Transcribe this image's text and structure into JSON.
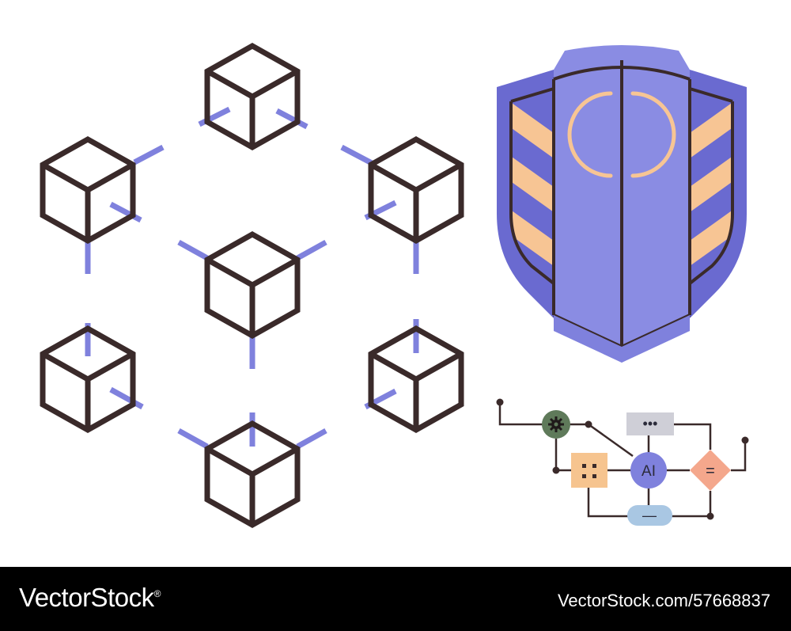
{
  "footer": {
    "brand": "VectorStock",
    "brand_mark": "®",
    "image_id": "VectorStock.com/57668837"
  },
  "flow": {
    "ai_label": "AI",
    "dots_label": "•••",
    "equals_label": "=",
    "minus_label": "—",
    "grid_label": "∷"
  },
  "colors": {
    "outline": "#3a2a2a",
    "accent_purple": "#7f81dd",
    "shield_dark": "#6a6ad0",
    "shield_light": "#8a8ce3",
    "stripe": "#f7c594",
    "gear_bg": "#5f7a5a",
    "orange_box": "#f6c48f",
    "diamond": "#f4a78c",
    "pill": "#a9c7e3",
    "dots_box": "#cfcfd7"
  },
  "icons": [
    "cube-icon",
    "shield-icon",
    "gear-icon"
  ]
}
